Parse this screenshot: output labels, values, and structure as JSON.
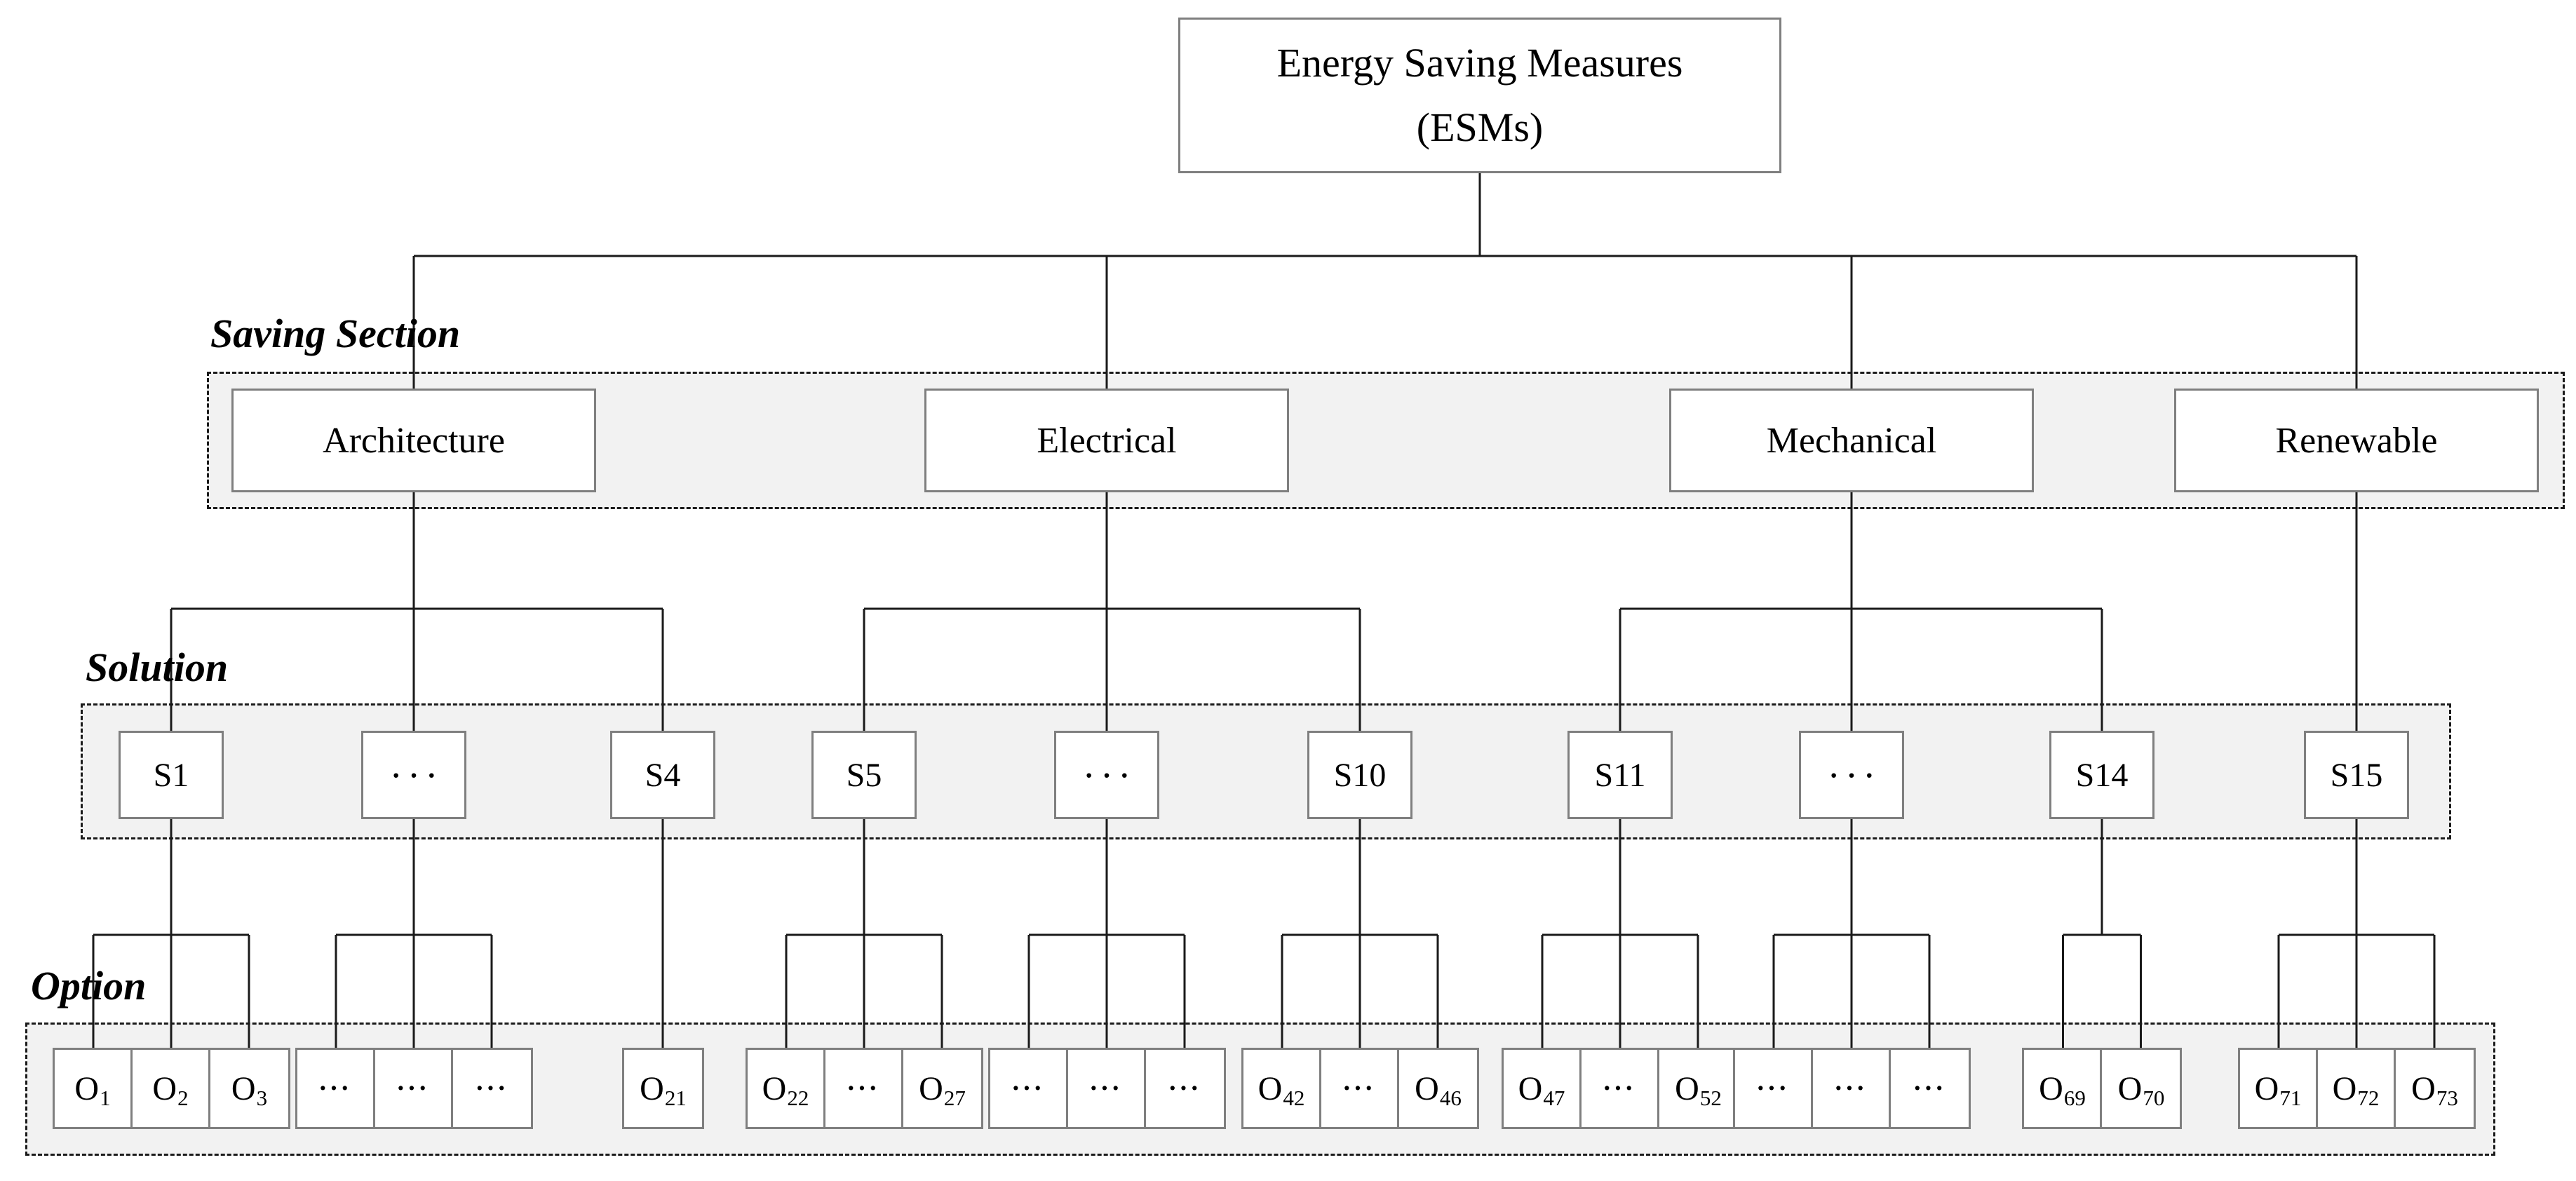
{
  "figure": {
    "root_label": {
      "line1": "Energy Saving Measures",
      "line2": "(ESMs)"
    },
    "level_labels": {
      "section": "Saving Section",
      "solution": "Solution",
      "option": "Option"
    },
    "ellipsis": "···",
    "colors": {
      "band_fill": "#f2f2f2",
      "band_border": "#1a1a1a",
      "box_border": "#7f7f7f",
      "box_fill": "#ffffff",
      "connector": "#1a1a1a",
      "text": "#000000"
    },
    "sections": [
      {
        "label": "Architecture",
        "solutions": [
          {
            "label": "S1",
            "options": [
              {
                "base": "O",
                "sub": "1"
              },
              {
                "base": "O",
                "sub": "2"
              },
              {
                "base": "O",
                "sub": "3"
              }
            ]
          },
          {
            "label": "···",
            "ellipsis": true,
            "options": [
              {
                "ellipsis": true
              },
              {
                "ellipsis": true
              },
              {
                "ellipsis": true
              }
            ]
          },
          {
            "label": "S4",
            "options": [
              {
                "base": "O",
                "sub": "21"
              }
            ]
          }
        ]
      },
      {
        "label": "Electrical",
        "solutions": [
          {
            "label": "S5",
            "options": [
              {
                "base": "O",
                "sub": "22"
              },
              {
                "ellipsis": true
              },
              {
                "base": "O",
                "sub": "27"
              }
            ]
          },
          {
            "label": "···",
            "ellipsis": true,
            "options": [
              {
                "ellipsis": true
              },
              {
                "ellipsis": true
              },
              {
                "ellipsis": true
              }
            ]
          },
          {
            "label": "S10",
            "options": [
              {
                "base": "O",
                "sub": "42"
              },
              {
                "ellipsis": true
              },
              {
                "base": "O",
                "sub": "46"
              }
            ]
          }
        ]
      },
      {
        "label": "Mechanical",
        "solutions": [
          {
            "label": "S11",
            "options": [
              {
                "base": "O",
                "sub": "47"
              },
              {
                "ellipsis": true
              },
              {
                "base": "O",
                "sub": "52"
              }
            ]
          },
          {
            "label": "···",
            "ellipsis": true,
            "options": [
              {
                "ellipsis": true
              },
              {
                "ellipsis": true
              },
              {
                "ellipsis": true
              }
            ]
          },
          {
            "label": "S14",
            "options": [
              {
                "base": "O",
                "sub": "69"
              },
              {
                "base": "O",
                "sub": "70"
              }
            ]
          }
        ]
      },
      {
        "label": "Renewable",
        "solutions": [
          {
            "label": "S15",
            "options": [
              {
                "base": "O",
                "sub": "71"
              },
              {
                "base": "O",
                "sub": "72"
              },
              {
                "base": "O",
                "sub": "73"
              }
            ]
          }
        ]
      }
    ]
  }
}
